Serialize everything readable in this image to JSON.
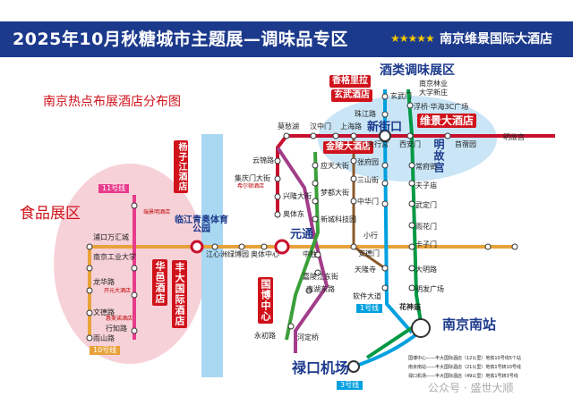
{
  "header": {
    "title": "2025年10月秋糖城市主题展—调味品专区",
    "stars": "★★★★★",
    "hotel": "南京维景国际大酒店"
  },
  "headings": {
    "hotel_map": "南京热点布展酒店分布图",
    "food_zone": "食品展区",
    "liquor_zone": "酒类调味展区"
  },
  "hotels": {
    "xianggelila": "香格里拉",
    "xuanwu": "玄武酒店",
    "weijing": "维景大酒店",
    "jinling": "金陵大酒店",
    "yangzijiang": "杨子江酒店",
    "huayi": "华邑酒店",
    "fengda": "丰大国际酒店",
    "linjiang": "临江青奥体育公园"
  },
  "places": {
    "xinjiekou": "新街口",
    "minggugong": "明故宫",
    "yuantong": "元通",
    "guobo": "国博中心",
    "nanjing_south": "南京南站",
    "lukou": "禄口机场",
    "huashen": "花神庙"
  },
  "line_tags": {
    "l11": "11号线",
    "l10": "10号线",
    "l1": "1号线",
    "l3": "3号线"
  },
  "stations": {
    "baiyiheshan": "南京林业",
    "xuanwumen": "玄武门",
    "zhujiang": "珠江路",
    "mochouhu": "莫愁湖",
    "hanzhongmen": "汉中门",
    "shanghai": "上海路",
    "daxinggong": "大行宫",
    "xian": "西安门",
    "mingguIcon": "明故宫",
    "muxuyuan": "苜蓿园",
    "changfu": "常府街",
    "fuzimiao": "夫子庙",
    "wudingmen": "武定门",
    "yuhuamen": "雨花门",
    "kazimen": "卡子门",
    "dmxl": "大明路",
    "mingfa": "明发广场",
    "yunjin": "云锦路",
    "jiqingmen": "集庆门大街",
    "xinglongdajie": "兴隆大街",
    "aotidong": "奥体东",
    "mengdu": "梦都大街",
    "yingtian": "应天大街",
    "sanshanjie": "三山街",
    "zhanghuai": "张府园",
    "zhonghuamen": "中华门",
    "xinchengkeji": "新城科技园",
    "xiaoxing": "小行",
    "andemen": "安德门",
    "tianlongsi": "天隆寺",
    "ruanjian": "软件大道",
    "jiahe": "嘉陵江东街",
    "nanhu": "南湖东路",
    "zhongsheng": "中胜",
    "aoti": "奥体中心",
    "jiangxinzhou": "江心洲",
    "lvbowan": "绿博园",
    "puyuan": "浦口万汇城",
    "nanjinggongda": "南京工业大学",
    "longhua": "龙华路",
    "wenyilu": "文德路",
    "yushan": "雨山路",
    "xinglong": "行知路",
    "yongchu": "永初路",
    "hewangmiao": "河定桥",
    "fuqiao": "浮桥·华海3C广场",
    "njlinye": "大学新庄"
  },
  "notes": [
    "国博中心——丰大国际酒店（12公里）地铁10号线5个站",
    "南京南站——丰大国际酒店（21公里）地铁1号转10号线",
    "禄口机场——丰大国际酒店（49公里）地铁1号转3号线"
  ],
  "watermark": "公众号 · 盛世大顺",
  "small_labels": {
    "xieer": "希尔顿酒店",
    "kaiyuan": "开元大酒店",
    "huimei": "惠美诺酒店",
    "ruijing": "瑞景明酒店"
  },
  "colors": {
    "banner": "#1c3a8c",
    "accent_red": "#d0121b",
    "line1": "#00a0e0",
    "line2": "#c8102e",
    "line3": "#009944",
    "line10": "#e8a23a",
    "line4": "#a23d8a",
    "line11": "#e73c8c",
    "zone_pink": "#f6c9d1",
    "zone_blue": "#bfe0f5"
  }
}
